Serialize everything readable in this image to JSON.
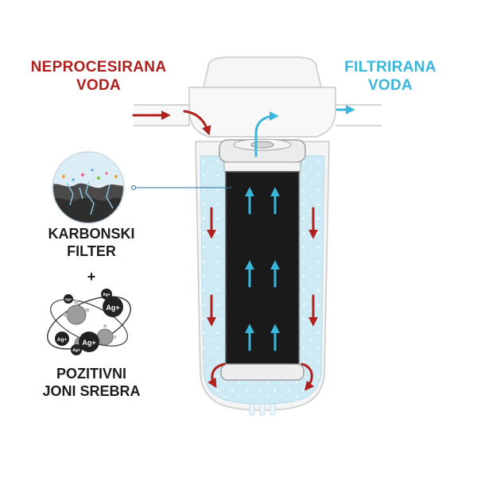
{
  "labels": {
    "inlet": [
      "NEPROCESIRANA",
      "VODA"
    ],
    "outlet": [
      "FILTRIRANA",
      "VODA"
    ],
    "carbon": [
      "KARBONSKI",
      "FILTER"
    ],
    "plus": "+",
    "silver": [
      "POZITIVNI",
      "JONI SREBRA"
    ],
    "ion": "Ag+"
  },
  "colors": {
    "inlet": "#b0201c",
    "outlet": "#3ab6dc",
    "water": "#cdeaf5",
    "carbon": "#1a1a1a",
    "text": "#1e1e1e"
  },
  "icons": [
    "carbon-closeup-icon",
    "silver-ion-icon",
    "flow-arrow-icon"
  ]
}
